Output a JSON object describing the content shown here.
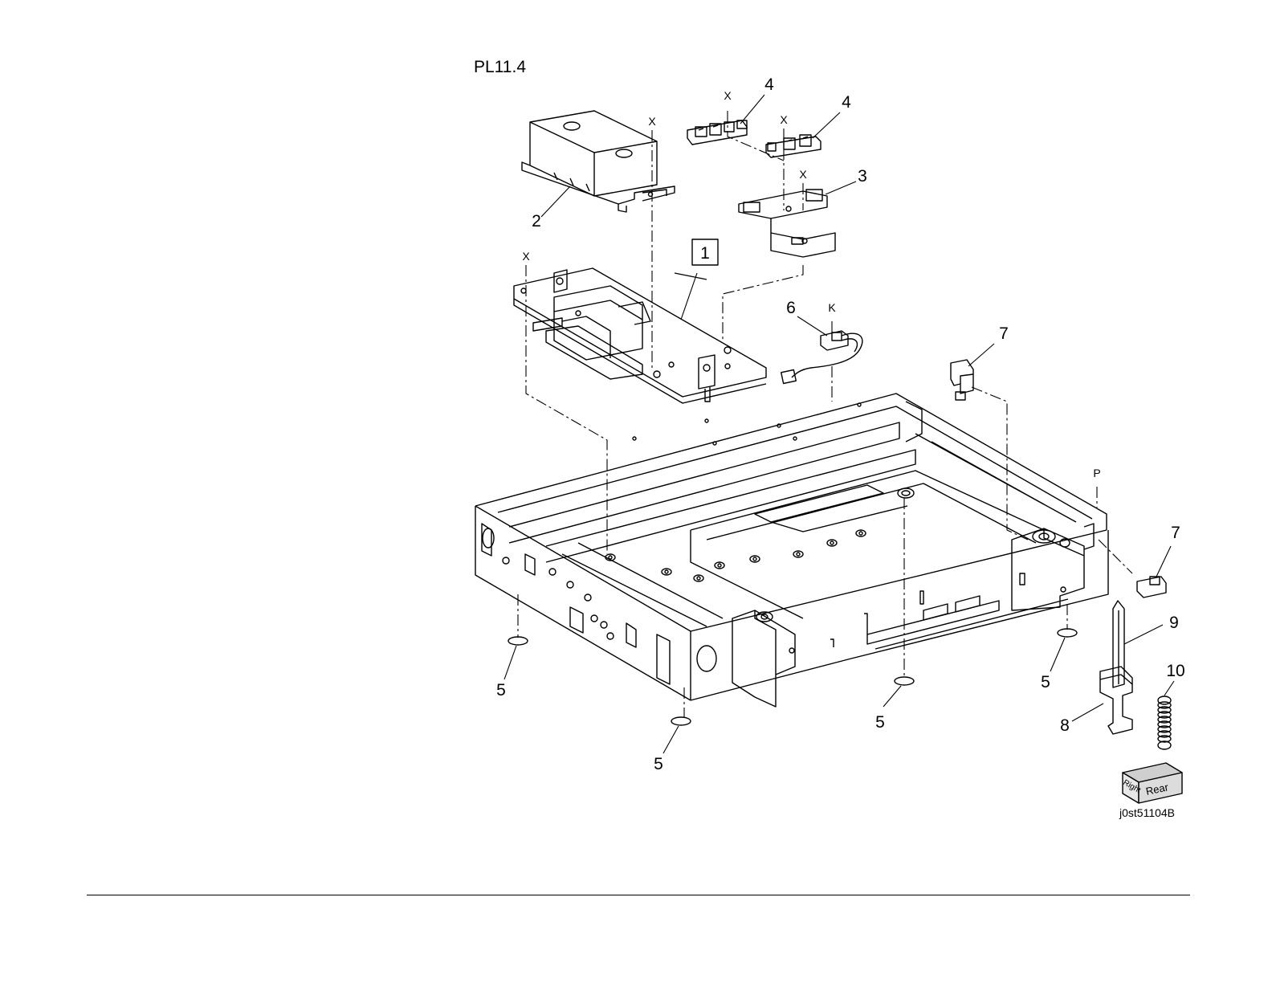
{
  "page_title": "PL11.4",
  "figure_id": "j0st51104B",
  "callouts": {
    "c1": "1",
    "c2": "2",
    "c3": "3",
    "c4a": "4",
    "c4b": "4",
    "c5a": "5",
    "c5b": "5",
    "c5c": "5",
    "c5d": "5",
    "c6": "6",
    "c7a": "7",
    "c7b": "7",
    "c8": "8",
    "c9": "9",
    "c10": "10"
  },
  "reference_marks": {
    "x1": "X",
    "x2": "X",
    "x3": "X",
    "x4": "X",
    "x5": "X",
    "k": "K",
    "p": "P"
  },
  "orientation_cube": {
    "right_label": "Right",
    "rear_label": "Rear"
  }
}
